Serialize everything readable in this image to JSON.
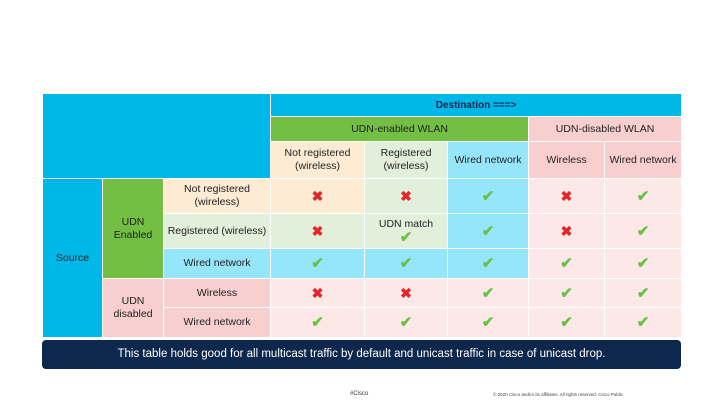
{
  "header": {
    "destination": "Destination ===>",
    "group_enabled": "UDN-enabled WLAN",
    "group_disabled": "UDN-disabled WLAN",
    "columns": [
      "Not registered (wireless)",
      "Registered (wireless)",
      "Wired network",
      "Wireless",
      "Wired network"
    ]
  },
  "source_label": "Source",
  "groups": {
    "enabled": "UDN Enabled",
    "disabled": "UDN disabled"
  },
  "rows": [
    {
      "label": "Not registered (wireless)",
      "cells": [
        "✖",
        "✖",
        "✔",
        "✖",
        "✔"
      ]
    },
    {
      "label": "Registered (wireless)",
      "cells": [
        "✖",
        "✔",
        "✔",
        "✖",
        "✔"
      ],
      "note": "UDN match"
    },
    {
      "label": "Wired network",
      "cells": [
        "✔",
        "✔",
        "✔",
        "✔",
        "✔"
      ]
    },
    {
      "label": "Wireless",
      "cells": [
        "✖",
        "✖",
        "✔",
        "✔",
        "✔"
      ]
    },
    {
      "label": "Wired network",
      "cells": [
        "✔",
        "✔",
        "✔",
        "✔",
        "✔"
      ]
    }
  ],
  "banner": "This table holds good for all multicast traffic by default and unicast traffic in case of unicast drop.",
  "footer": {
    "tag": "#Cisco",
    "copyright": "© 2020  Cisco and/or its affiliates. All rights reserved.   Cisco Public"
  }
}
